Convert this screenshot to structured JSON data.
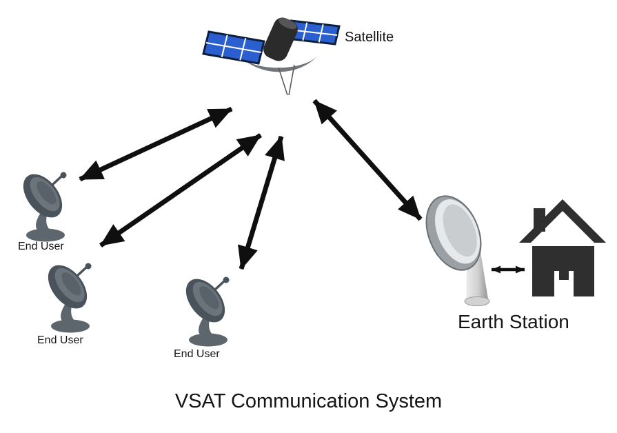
{
  "diagram": {
    "title": "VSAT Communication System",
    "satellite": {
      "label": "Satellite"
    },
    "end_users": [
      {
        "label": "End User"
      },
      {
        "label": "End User"
      },
      {
        "label": "End User"
      }
    ],
    "earth_station": {
      "label": "Earth Station"
    },
    "links": [
      {
        "from": "satellite",
        "to": "end-user-1",
        "bidirectional": true
      },
      {
        "from": "satellite",
        "to": "end-user-2",
        "bidirectional": true
      },
      {
        "from": "satellite",
        "to": "end-user-3",
        "bidirectional": true
      },
      {
        "from": "satellite",
        "to": "earth-station",
        "bidirectional": true
      },
      {
        "from": "earth-station-dish",
        "to": "earth-station-building",
        "bidirectional": true
      }
    ],
    "colors": {
      "background": "#ffffff",
      "arrow": "#0f0f0f",
      "dish_gray": "#4a535b",
      "solar_panel_blue": "#2b5fd0",
      "house_dark": "#2f2f2f",
      "earth_station_dish_silver": "#c9cdd0",
      "text": "#151515"
    }
  }
}
